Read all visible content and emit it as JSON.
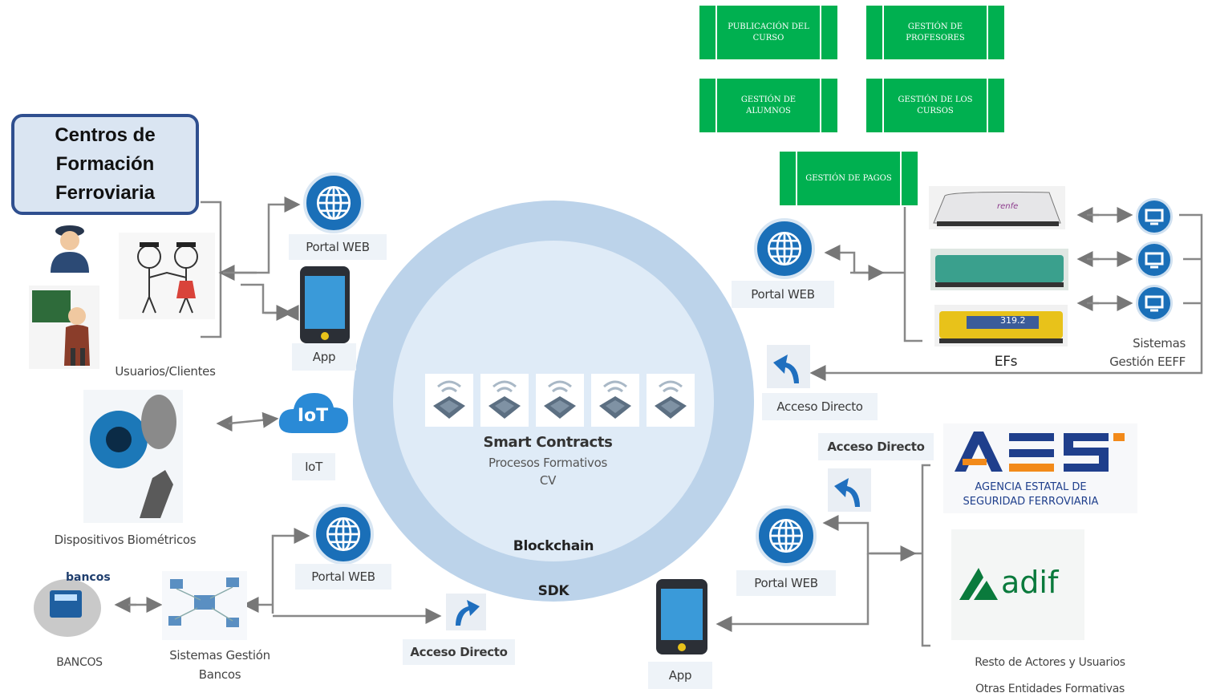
{
  "title_box": "Centros de Formación Ferroviaria",
  "green_boxes": {
    "publicacion": "PUBLICACIÓN DEL CURSO",
    "profesores": "GESTIÓN DE PROFESORES",
    "alumnos": "GESTIÓN DE ALUMNOS",
    "cursos": "GESTIÓN DE LOS CURSOS",
    "pagos": "GESTIÓN DE PAGOS"
  },
  "center": {
    "smart_contracts": "Smart Contracts",
    "procesos": "Procesos Formativos",
    "cv": "CV",
    "blockchain": "Blockchain",
    "sdk": "SDK"
  },
  "left": {
    "portal_web": "Portal WEB",
    "app": "App",
    "usuarios": "Usuarios/Clientes",
    "iot_icon_text": "IoT",
    "iot": "IoT",
    "biometricos": "Dispositivos Biométricos",
    "portal_web_bancos": "Portal WEB",
    "bancos_logo": "bancos",
    "bancos": "BANCOS",
    "sistemas_bancos_1": "Sistemas Gestión",
    "sistemas_bancos_2": "Bancos",
    "acceso_directo": "Acceso Directo"
  },
  "right": {
    "portal_web_efs": "Portal WEB",
    "acceso_directo_efs": "Acceso Directo",
    "efs": "EFs",
    "sistemas_1": "Sistemas",
    "sistemas_2": "Gestión EEFF",
    "renfe": "renfe",
    "acceso_directo_aesf": "Acceso Directo",
    "portal_web_aesf": "Portal WEB",
    "app": "App",
    "aesf_line1": "AGENCIA ESTATAL DE",
    "aesf_line2": "SEGURIDAD FERROVIARIA",
    "adif": "adif",
    "resto": "Resto de Actores y Usuarios",
    "otras": "Otras Entidades Formativas",
    "train3_number": "319.2"
  },
  "colors": {
    "green": "#00b050",
    "blue_icon": "#1a6fb8",
    "title_border": "#2f4f8f"
  }
}
